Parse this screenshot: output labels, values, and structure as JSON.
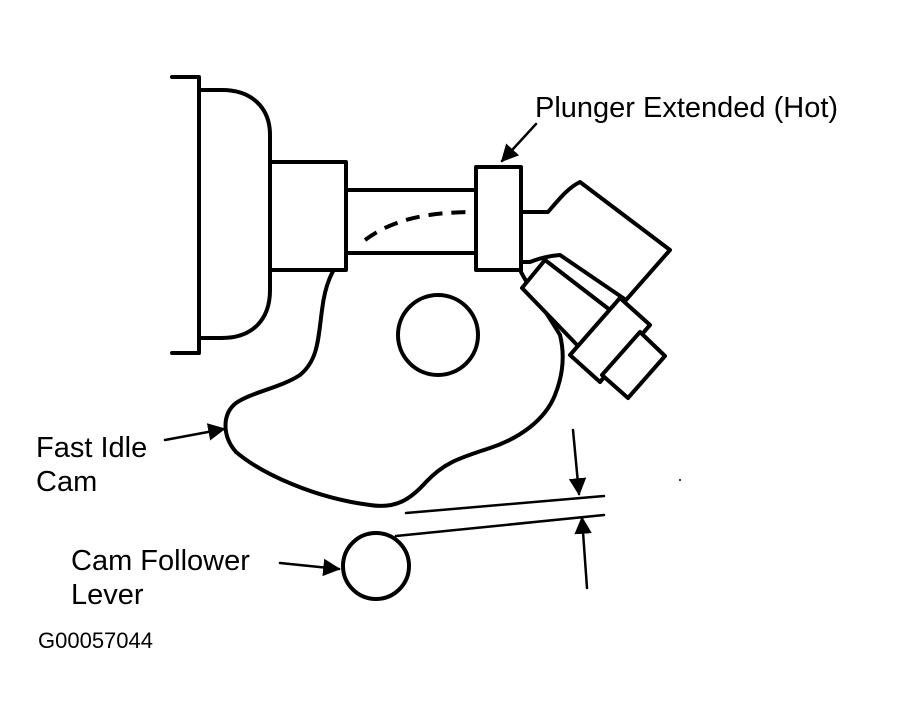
{
  "labels": {
    "plunger": "Plunger Extended (Hot)",
    "fast_idle_cam_line1": "Fast Idle",
    "fast_idle_cam_line2": "Cam",
    "cam_follower_line1": "Cam Follower",
    "cam_follower_line2": "Lever",
    "figure_code": "G00057044"
  },
  "colors": {
    "ink": "#000000",
    "background": "#ffffff"
  }
}
